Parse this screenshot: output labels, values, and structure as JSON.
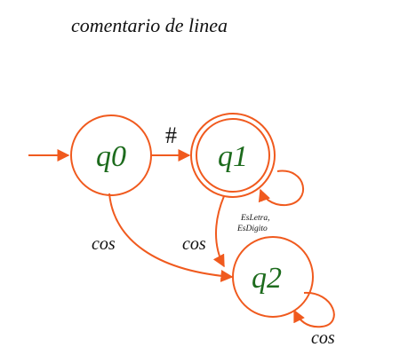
{
  "title": "comentario de linea",
  "colors": {
    "edge": "#f05a1e",
    "state_label": "#1d6b1d",
    "text": "#111111"
  },
  "states": [
    {
      "id": "q0",
      "label": "q0",
      "accepting": false,
      "initial": true
    },
    {
      "id": "q1",
      "label": "q1",
      "accepting": true,
      "initial": false
    },
    {
      "id": "q2",
      "label": "q2",
      "accepting": false,
      "initial": false
    }
  ],
  "transitions": [
    {
      "from": "q0",
      "to": "q1",
      "label": "#"
    },
    {
      "from": "q1",
      "to": "q1",
      "label_line1": "EsLetra,",
      "label_line2": "EsDigito"
    },
    {
      "from": "q0",
      "to": "q2",
      "label": "cos"
    },
    {
      "from": "q1",
      "to": "q2",
      "label": "cos"
    },
    {
      "from": "q2",
      "to": "q2",
      "label": "cos"
    }
  ]
}
